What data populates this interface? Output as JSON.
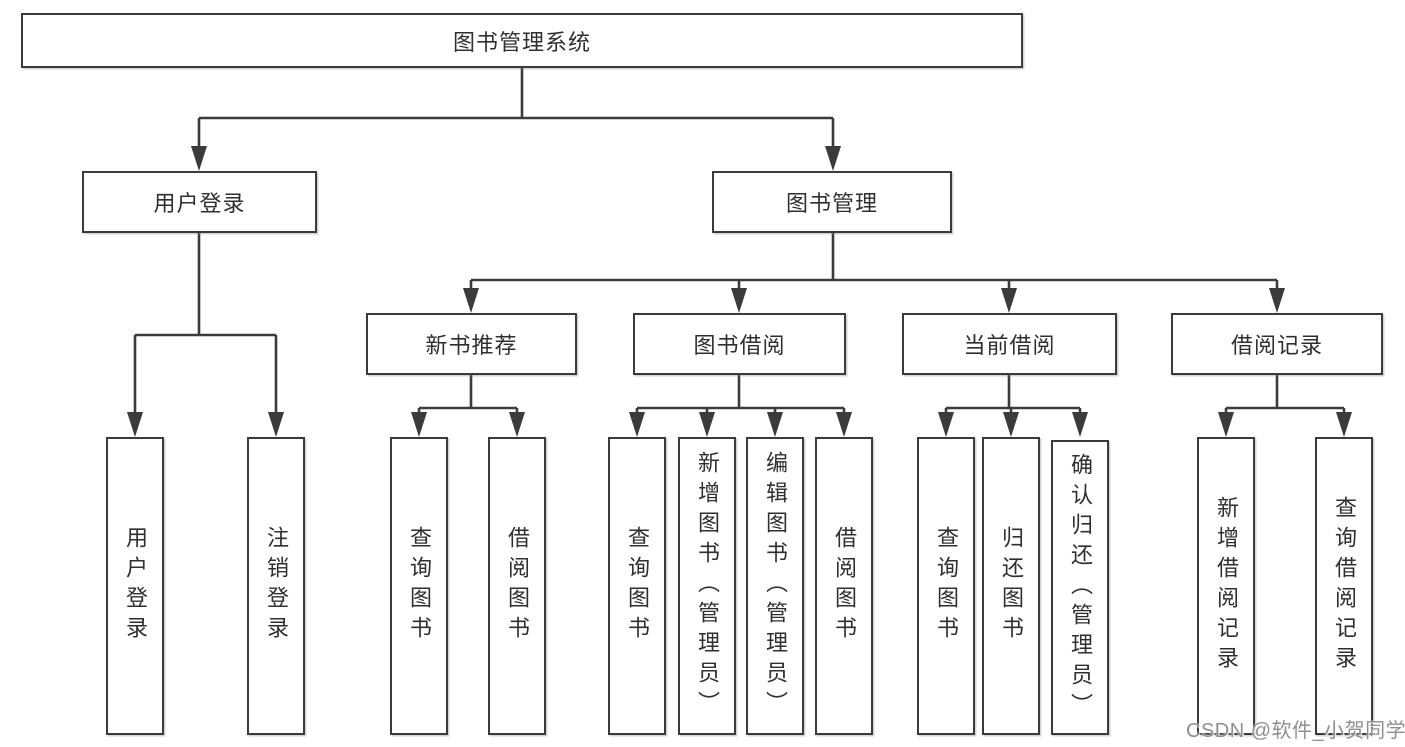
{
  "tree": {
    "root": "图书管理系统",
    "level2": [
      "用户登录",
      "图书管理"
    ],
    "level3": [
      "新书推荐",
      "图书借阅",
      "当前借阅",
      "借阅记录"
    ],
    "leaves_user_login": [
      "用户登录",
      "注销登录"
    ],
    "leaves_new_book": [
      "查询图书",
      "借阅图书"
    ],
    "leaves_book_borrow": [
      "查询图书",
      "新增图书（管理员）",
      "编辑图书（管理员）",
      "借阅图书"
    ],
    "leaves_current_borrow": [
      "查询图书",
      "归还图书",
      "确认归还（管理员）"
    ],
    "leaves_borrow_record": [
      "新增借阅记录",
      "查询借阅记录"
    ]
  },
  "watermark": "CSDN @软件_小贺同学",
  "colors": {
    "line": "#3b3b3b",
    "box_border": "#3b3b3b",
    "box_fill": "#ffffff",
    "text": "#2f2f2f",
    "watermark": "#8f8f8f"
  }
}
